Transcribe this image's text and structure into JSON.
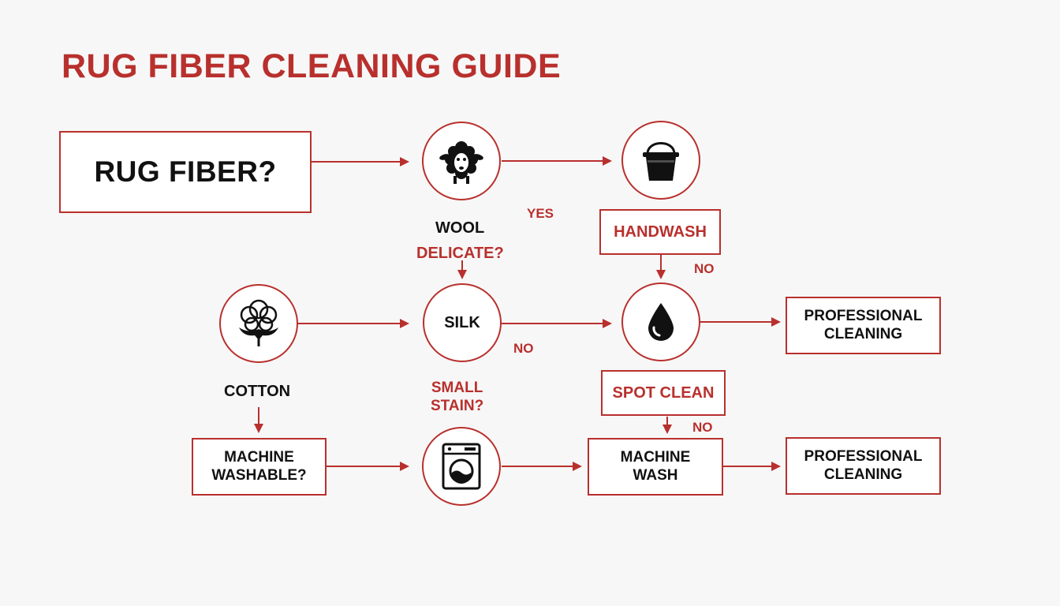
{
  "title": "RUG FIBER CLEANING GUIDE",
  "colors": {
    "accent": "#b8302d",
    "text": "#111111",
    "background": "#f7f7f7"
  },
  "start_box": "RUG FIBER?",
  "labels": {
    "wool": "WOOL",
    "delicate": "DELICATE?",
    "yes": "YES",
    "no_handwash": "NO",
    "no_silk": "NO",
    "no_spot": "NO",
    "cotton": "COTTON",
    "small_stain_line1": "SMALL",
    "small_stain_line2": "STAIN?"
  },
  "boxes": {
    "handwash": "HANDWASH",
    "spot_clean": "SPOT CLEAN",
    "professional_1_line1": "PROFESSIONAL",
    "professional_1_line2": "CLEANING",
    "professional_2_line1": "PROFESSIONAL",
    "professional_2_line2": "CLEANING",
    "machine_washable_line1": "MACHINE",
    "machine_washable_line2": "WASHABLE?",
    "machine_wash_line1": "MACHINE",
    "machine_wash_line2": "WASH"
  },
  "circles": {
    "silk": "SILK",
    "sheep_icon": "sheep-icon",
    "bucket_icon": "bucket-icon",
    "drop_icon": "water-drop-icon",
    "cotton_icon": "cotton-flower-icon",
    "washer_icon": "washing-machine-icon"
  }
}
